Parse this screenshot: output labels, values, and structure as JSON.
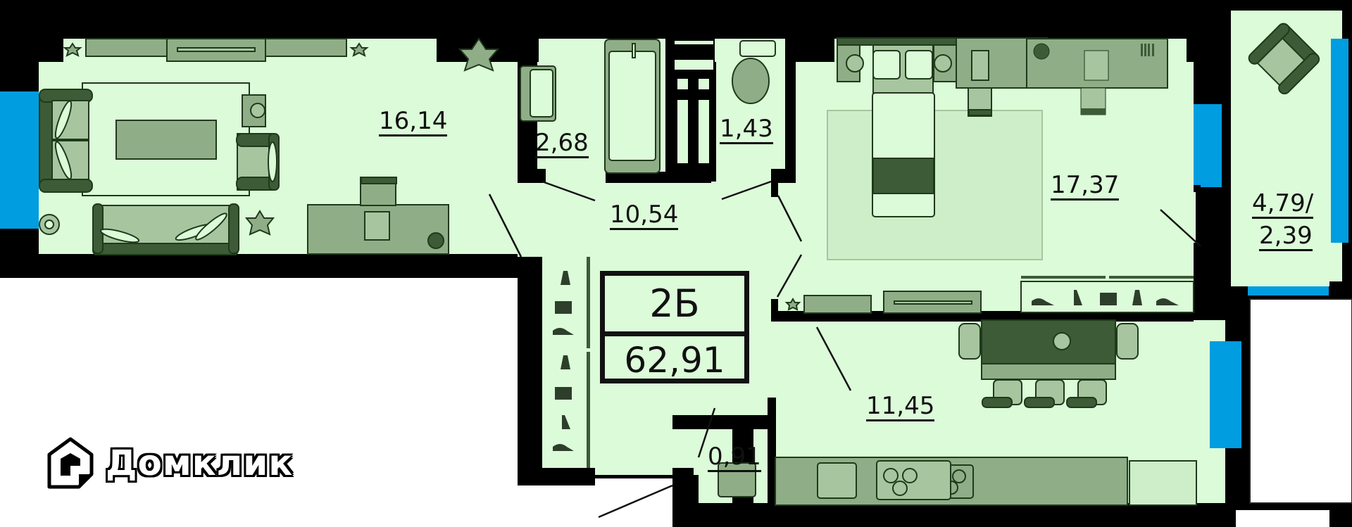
{
  "plan": {
    "type_label": "2Б",
    "total_area": "62,91",
    "colors": {
      "floor": "#dcfbd9",
      "wall": "#000000",
      "window": "#009de0",
      "furniture_dark": "#3c5b36",
      "furniture_mid": "#8fae87",
      "furniture_light": "#a7c69f",
      "rug": "#cdeec8"
    },
    "rooms": [
      {
        "name": "living-room",
        "area": "16,14"
      },
      {
        "name": "bathroom",
        "area": "2,68"
      },
      {
        "name": "toilet",
        "area": "1,43"
      },
      {
        "name": "hallway",
        "area": "10,54"
      },
      {
        "name": "bedroom",
        "area": "17,37"
      },
      {
        "name": "balcony",
        "area_full": "4,79/",
        "area_reduced": "2,39"
      },
      {
        "name": "kitchen",
        "area": "11,45"
      },
      {
        "name": "storage",
        "area": "0,91"
      }
    ]
  },
  "logo": {
    "text": "Домклик"
  }
}
